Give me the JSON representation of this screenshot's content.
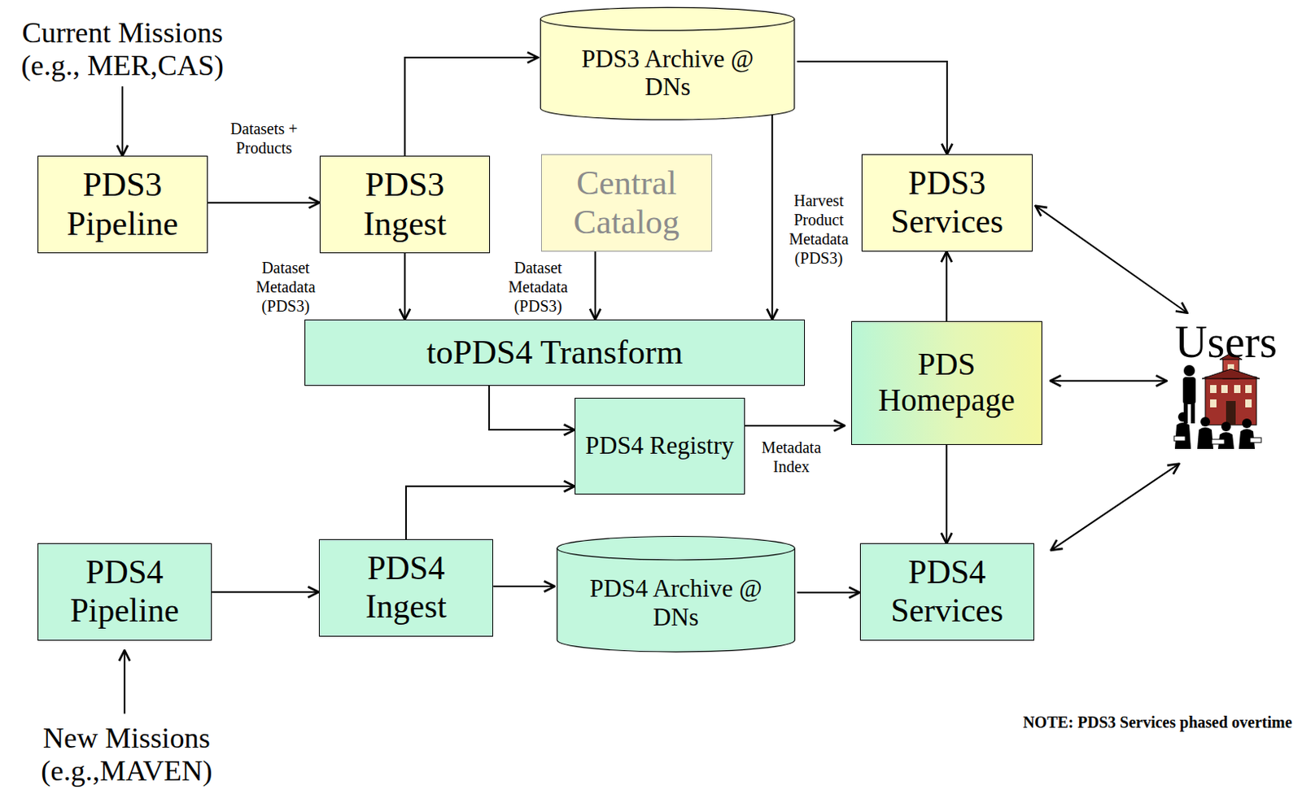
{
  "diagram": {
    "nodes": [
      {
        "text": [
          "Current Missions (e.g., MER,CAS)"
        ]
      },
      {
        "text": [
          "PDS3 Archive @ DNs"
        ]
      },
      {
        "text": [
          "PDS3 Pipeline"
        ]
      },
      {
        "text": [
          "PDS3 Ingest"
        ]
      },
      {
        "text": [
          "Central Catalog"
        ]
      },
      {
        "text": [
          "PDS3 Services"
        ]
      },
      {
        "text": [
          "toPDS4 Transform"
        ]
      },
      {
        "text": [
          "PDS Homepage"
        ]
      },
      {
        "text": [
          "Users"
        ]
      },
      {
        "text": [
          "PDS4 Registry"
        ]
      },
      {
        "text": [
          "PDS4 Pipeline"
        ]
      },
      {
        "text": [
          "PDS4 Ingest"
        ]
      },
      {
        "text": [
          "PDS4 Archive @ DNs"
        ]
      },
      {
        "text": [
          "PDS4 Services"
        ]
      },
      {
        "text": [
          "New Missions (e.g.,MAVEN)"
        ]
      }
    ],
    "edges": [
      {
        "from": 0,
        "to": 2,
        "arrow": "to"
      },
      {
        "from": 2,
        "to": 3,
        "arrow": "to",
        "label": "Datasets + Products"
      },
      {
        "from": 3,
        "to": 1,
        "arrow": "to"
      },
      {
        "from": 1,
        "to": 5,
        "arrow": "to"
      },
      {
        "from": 3,
        "to": 6,
        "arrow": "to",
        "label": "Dataset Metadata (PDS3)"
      },
      {
        "from": 4,
        "to": 6,
        "arrow": "to",
        "label": "Dataset Metadata (PDS3)"
      },
      {
        "from": 1,
        "to": 6,
        "arrow": "to",
        "label": "Harvest Product Metadata (PDS3)"
      },
      {
        "from": 6,
        "to": 9,
        "arrow": "to"
      },
      {
        "from": 9,
        "to": 7,
        "arrow": "to",
        "label": "Metadata Index"
      },
      {
        "from": 7,
        "to": 5,
        "arrow": "to"
      },
      {
        "from": 7,
        "to": 13,
        "arrow": "to"
      },
      {
        "from": 5,
        "to": 8,
        "arrow": "both"
      },
      {
        "from": 7,
        "to": 8,
        "arrow": "both"
      },
      {
        "from": 13,
        "to": 8,
        "arrow": "both"
      },
      {
        "from": 14,
        "to": 10,
        "arrow": "to"
      },
      {
        "from": 10,
        "to": 11,
        "arrow": "to"
      },
      {
        "from": 11,
        "to": 9,
        "arrow": "to"
      },
      {
        "from": 11,
        "to": 12,
        "arrow": "to"
      },
      {
        "from": 12,
        "to": 13,
        "arrow": "to"
      }
    ],
    "labels": [
      "NOTE: PDS3 Services phased overtime"
    ]
  }
}
